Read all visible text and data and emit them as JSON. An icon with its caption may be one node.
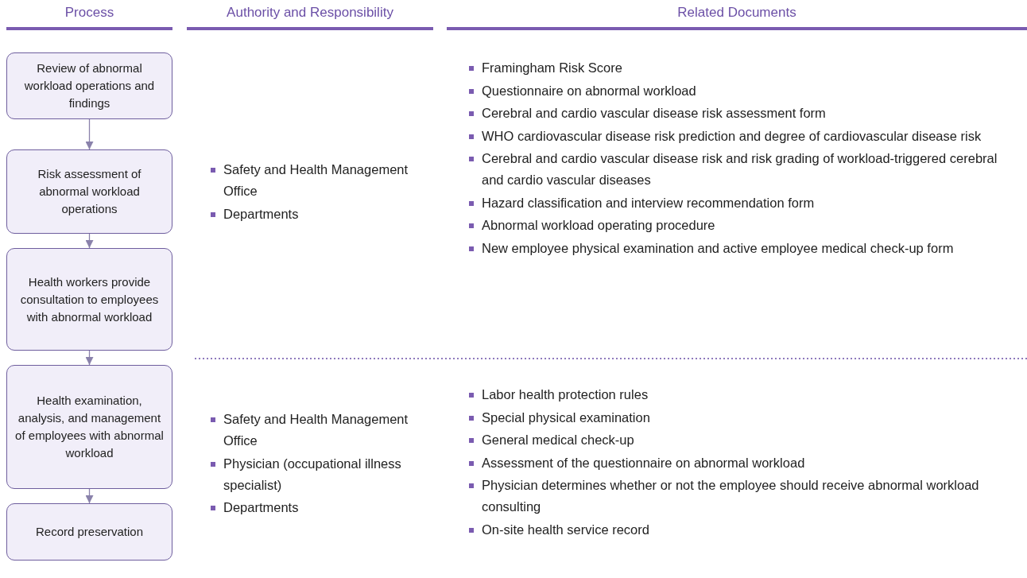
{
  "diagram": {
    "nodes": [
      {
        "text": [
          "Review of abnormal workload operations and findings"
        ]
      },
      {
        "text": [
          "Risk assessment of abnormal workload operations"
        ]
      },
      {
        "text": [
          "Health workers provide consultation to employees with abnormal workload"
        ]
      },
      {
        "text": [
          "Health examination, analysis, and management of employees with abnormal workload"
        ]
      },
      {
        "text": [
          "Record preservation"
        ]
      }
    ],
    "edges": [
      {
        "from": 0,
        "to": 1,
        "arrow": "to"
      },
      {
        "from": 1,
        "to": 2,
        "arrow": "to"
      },
      {
        "from": 2,
        "to": 3,
        "arrow": "to"
      },
      {
        "from": 3,
        "to": 4,
        "arrow": "to"
      }
    ],
    "labels": [
      "Process",
      "Authority and Responsibility",
      "Related Documents",
      "Safety and Health Management Office",
      "Departments",
      "Framingham Risk Score",
      "Questionnaire on abnormal workload",
      "Cerebral and cardio vascular disease risk assessment form",
      "WHO cardiovascular disease risk prediction and degree of cardiovascular disease risk",
      "Cerebral and cardio vascular disease risk and risk grading of workload-triggered cerebral and cardio vascular diseases",
      "Hazard classification and interview recommendation form",
      "Abnormal workload operating procedure",
      "New employee physical examination and active employee medical check-up form",
      "Safety and Health Management Office",
      "Physician (occupational illness specialist)",
      "Departments",
      "Labor health protection rules",
      "Special physical examination",
      "General medical check-up",
      "Assessment of the questionnaire on abnormal workload",
      "Physician determines whether or not the employee should receive abnormal workload consulting",
      "On-site health service record"
    ]
  }
}
